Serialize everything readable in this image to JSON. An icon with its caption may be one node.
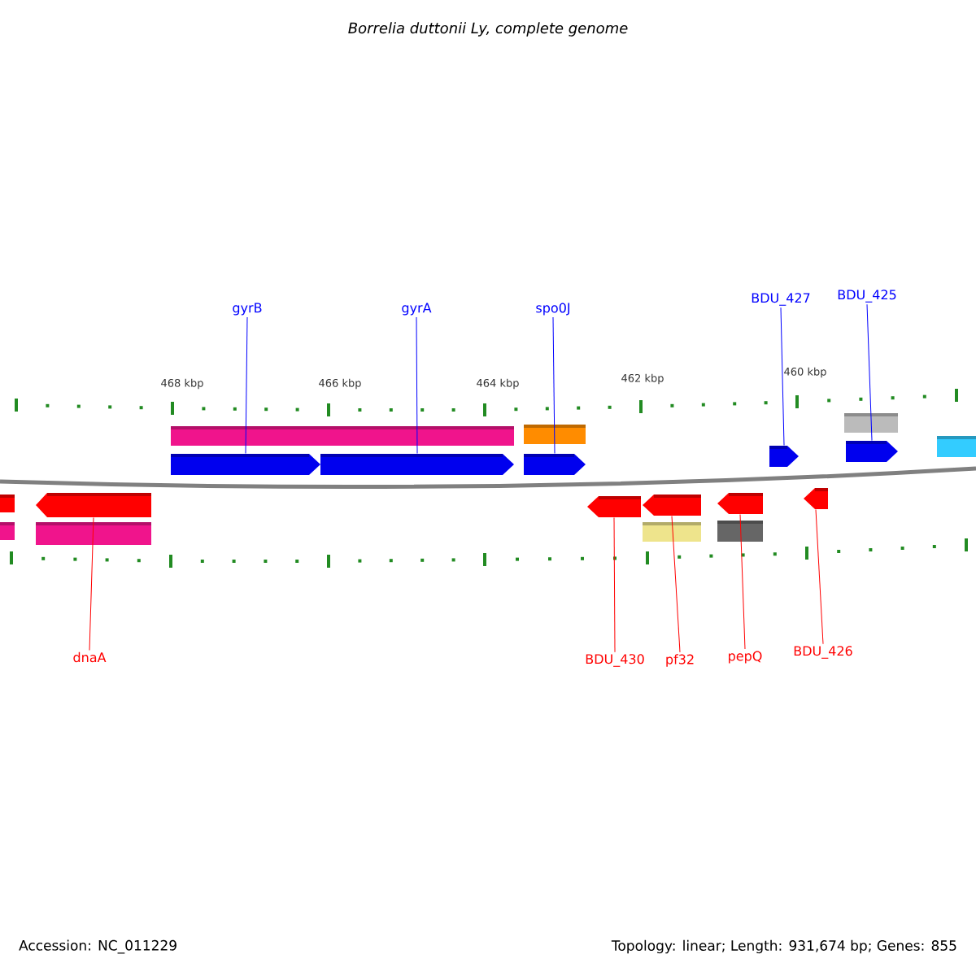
{
  "diagram": {
    "title": "Borrelia duttonii Ly, complete genome",
    "nodes": [
      {
        "text": [
          "gyrB"
        ]
      },
      {
        "text": [
          "gyrA"
        ]
      },
      {
        "text": [
          "spo0J"
        ]
      },
      {
        "text": [
          "BDU_427"
        ]
      },
      {
        "text": [
          "BDU_425"
        ]
      },
      {
        "text": [
          "dnaA"
        ]
      },
      {
        "text": [
          "BDU_430"
        ]
      },
      {
        "text": [
          "pf32"
        ]
      },
      {
        "text": [
          "pepQ"
        ]
      },
      {
        "text": [
          "BDU_426"
        ]
      },
      {
        "text": [],
        "shape": "arrow"
      },
      {
        "text": [],
        "shape": "arrow"
      },
      {
        "text": [],
        "shape": "arrow"
      },
      {
        "text": [],
        "shape": "arrow"
      },
      {
        "text": [],
        "shape": "arrow"
      },
      {
        "text": [],
        "shape": "arrow"
      },
      {
        "text": [],
        "shape": "arrow"
      },
      {
        "text": [],
        "shape": "arrow"
      },
      {
        "text": [],
        "shape": "arrow"
      },
      {
        "text": [],
        "shape": "arrow"
      },
      {
        "text": [],
        "shape": "bar"
      },
      {
        "text": [],
        "shape": "bar"
      },
      {
        "text": [],
        "shape": "bar"
      },
      {
        "text": [],
        "shape": "bar"
      },
      {
        "text": [],
        "shape": "bar"
      },
      {
        "text": [],
        "shape": "bar"
      },
      {
        "text": [],
        "shape": "bar"
      },
      {
        "text": [],
        "shape": "bar"
      },
      {
        "text": [],
        "shape": "bar"
      },
      {
        "text": [],
        "shape": "bar"
      }
    ],
    "edges": [
      {
        "from": 0,
        "to": 10,
        "arrow": "none"
      },
      {
        "from": 1,
        "to": 11,
        "arrow": "none"
      },
      {
        "from": 2,
        "to": 12,
        "arrow": "none"
      },
      {
        "from": 3,
        "to": 13,
        "arrow": "none"
      },
      {
        "from": 4,
        "to": 14,
        "arrow": "none"
      },
      {
        "from": 5,
        "to": 15,
        "arrow": "none",
        "color": "#ff0000"
      },
      {
        "from": 6,
        "to": 16,
        "arrow": "none",
        "color": "#ff0000"
      },
      {
        "from": 7,
        "to": 17,
        "arrow": "none",
        "color": "#ff0000"
      },
      {
        "from": 8,
        "to": 18,
        "arrow": "none",
        "color": "#ff0000"
      },
      {
        "from": 9,
        "to": 19,
        "arrow": "none",
        "color": "#ff0000"
      }
    ],
    "labels": [
      "468 kbp",
      "466 kbp",
      "464 kbp",
      "462 kbp",
      "460 kbp",
      "Accession: NC_011229",
      "Topology: linear; Length: 931,674 bp; Genes: 855"
    ]
  }
}
